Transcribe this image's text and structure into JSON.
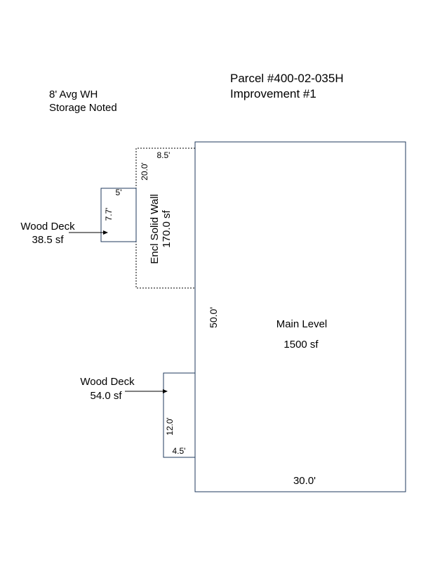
{
  "header": {
    "parcel": "Parcel #400-02-035H",
    "improvement": "Improvement #1"
  },
  "notes": {
    "line1": "8' Avg WH",
    "line2": "Storage Noted"
  },
  "colors": {
    "line": "#1f3a5c",
    "text": "#000000"
  },
  "main_level": {
    "name": "Main Level",
    "area": "1500 sf",
    "height_label": "50.0'",
    "width_label": "30.0'"
  },
  "enclosed_wall": {
    "name": "Encl Solid Wall",
    "area": "170.0 sf",
    "height_label": "20.0'",
    "width_label": "8.5'"
  },
  "upper_deck": {
    "name": "Wood Deck",
    "area": "38.5 sf",
    "height_label": "7.7'",
    "width_label": "5'"
  },
  "lower_deck": {
    "name": "Wood Deck",
    "area": "54.0 sf",
    "height_label": "12.0'",
    "width_label": "4.5'"
  }
}
